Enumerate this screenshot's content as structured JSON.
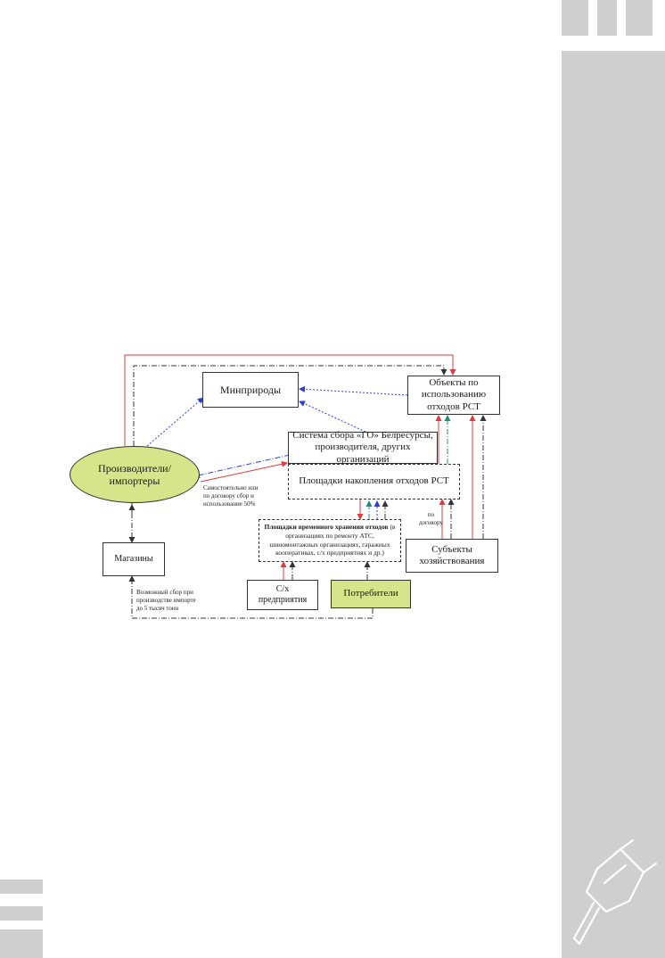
{
  "diagram": {
    "nodes": {
      "minprirody": "Минприроды",
      "objects": [
        "Объекты по",
        "использованию",
        "отходов РСТ"
      ],
      "system": [
        "Система сбора «ГО» Белресурсы,",
        "производителя, других организаций"
      ],
      "producers": [
        "Производители/",
        "импортеры"
      ],
      "accumulation": "Площадки накопления отходов РСТ",
      "storage_title": "Площадки временного хранения отходов",
      "storage_detail": "(в организациях по ремонту АТС, шиномонтажных организациях, гаражных кооперативах, с/х предприятиях и др.)",
      "shops": "Магазины",
      "agri": [
        "С/х",
        "предприятия"
      ],
      "consumers": "Потребители",
      "subjects": [
        "Субъекты",
        "хозяйствования"
      ]
    },
    "labels": {
      "self_or_contract": [
        "Самостоятельно или",
        "по договору сбор и",
        "использование 50%"
      ],
      "by_contract": [
        "по",
        "договору"
      ],
      "possible_collection": [
        "Возможный сбор при",
        "производстве импорте",
        "до 5 тысяч тонн"
      ]
    },
    "colors": {
      "red": "#e03a3a",
      "blue": "#2b3fd6",
      "teal": "#1f8f7a",
      "black": "#333333",
      "green_fill": "#d6e58a",
      "sidebar_gray": "#cfcfd0"
    }
  }
}
